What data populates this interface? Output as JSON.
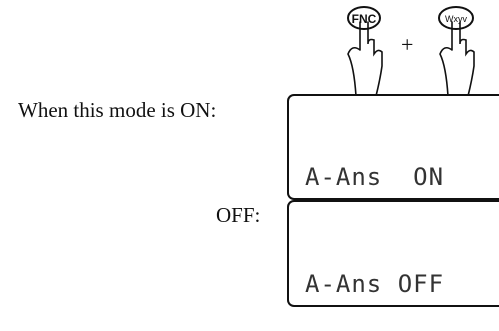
{
  "keys": {
    "fnc_label": "FNC",
    "w_label": "Wxyv",
    "plus_sign": "+"
  },
  "modes": {
    "on_caption": "When this mode is ON:",
    "on_display": "A-Ans  ON",
    "off_caption": "OFF:",
    "off_display": "A-Ans OFF"
  }
}
